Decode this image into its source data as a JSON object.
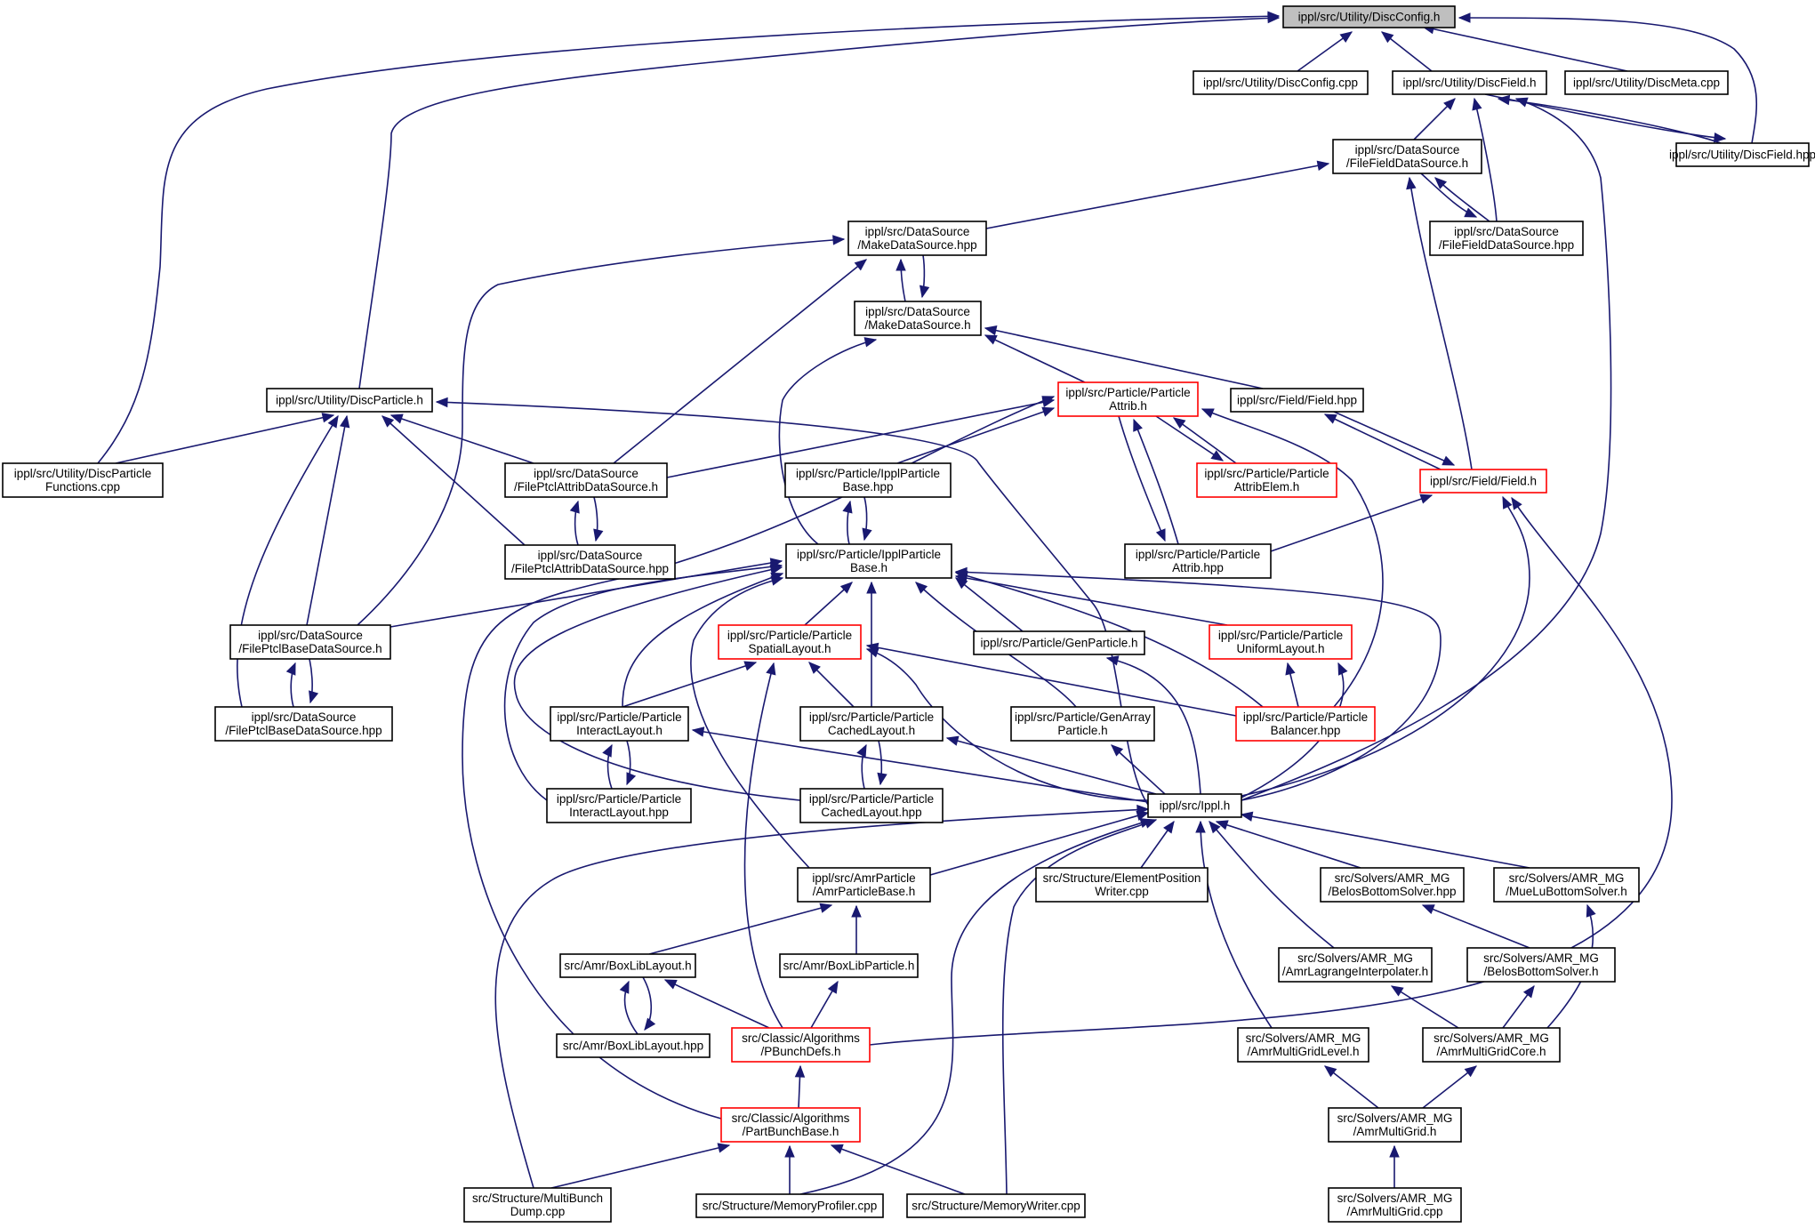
{
  "diagram": {
    "nodes": [
      {
        "id": "discconfig_h",
        "lines": [
          "ippl/src/Utility/DiscConfig.h"
        ],
        "style": "root"
      },
      {
        "id": "discconfig_cpp",
        "lines": [
          "ippl/src/Utility/DiscConfig.cpp"
        ],
        "style": "normal"
      },
      {
        "id": "discfield_h",
        "lines": [
          "ippl/src/Utility/DiscField.h"
        ],
        "style": "normal"
      },
      {
        "id": "discmeta_cpp",
        "lines": [
          "ippl/src/Utility/DiscMeta.cpp"
        ],
        "style": "normal"
      },
      {
        "id": "discfield_hpp",
        "lines": [
          "ippl/src/Utility/DiscField.hpp"
        ],
        "style": "normal"
      },
      {
        "id": "filefield_h",
        "lines": [
          "ippl/src/DataSource",
          "/FileFieldDataSource.h"
        ],
        "style": "normal"
      },
      {
        "id": "filefield_hpp",
        "lines": [
          "ippl/src/DataSource",
          "/FileFieldDataSource.hpp"
        ],
        "style": "normal"
      },
      {
        "id": "makeds_hpp",
        "lines": [
          "ippl/src/DataSource",
          "/MakeDataSource.hpp"
        ],
        "style": "normal"
      },
      {
        "id": "makeds_h",
        "lines": [
          "ippl/src/DataSource",
          "/MakeDataSource.h"
        ],
        "style": "normal"
      },
      {
        "id": "discparticle_h",
        "lines": [
          "ippl/src/Utility/DiscParticle.h"
        ],
        "style": "normal"
      },
      {
        "id": "particleattrib_h",
        "lines": [
          "ippl/src/Particle/Particle",
          "Attrib.h"
        ],
        "style": "red"
      },
      {
        "id": "field_hpp",
        "lines": [
          "ippl/src/Field/Field.hpp"
        ],
        "style": "normal"
      },
      {
        "id": "discparticlefunc_cpp",
        "lines": [
          "ippl/src/Utility/DiscParticle",
          "Functions.cpp"
        ],
        "style": "normal"
      },
      {
        "id": "fileptclattrib_h",
        "lines": [
          "ippl/src/DataSource",
          "/FilePtclAttribDataSource.h"
        ],
        "style": "normal"
      },
      {
        "id": "ipplparticlebase_hpp",
        "lines": [
          "ippl/src/Particle/IpplParticle",
          "Base.hpp"
        ],
        "style": "normal"
      },
      {
        "id": "particleattribelem_h",
        "lines": [
          "ippl/src/Particle/Particle",
          "AttribElem.h"
        ],
        "style": "red"
      },
      {
        "id": "field_h",
        "lines": [
          "ippl/src/Field/Field.h"
        ],
        "style": "red"
      },
      {
        "id": "fileptclattrib_hpp",
        "lines": [
          "ippl/src/DataSource",
          "/FilePtclAttribDataSource.hpp"
        ],
        "style": "normal"
      },
      {
        "id": "ipplparticlebase_h",
        "lines": [
          "ippl/src/Particle/IpplParticle",
          "Base.h"
        ],
        "style": "normal"
      },
      {
        "id": "particleattrib_hpp",
        "lines": [
          "ippl/src/Particle/Particle",
          "Attrib.hpp"
        ],
        "style": "normal"
      },
      {
        "id": "fileptclbase_h",
        "lines": [
          "ippl/src/DataSource",
          "/FilePtclBaseDataSource.h"
        ],
        "style": "normal"
      },
      {
        "id": "spatiallayout_h",
        "lines": [
          "ippl/src/Particle/Particle",
          "SpatialLayout.h"
        ],
        "style": "red"
      },
      {
        "id": "genparticle_h",
        "lines": [
          "ippl/src/Particle/GenParticle.h"
        ],
        "style": "normal"
      },
      {
        "id": "uniformlayout_h",
        "lines": [
          "ippl/src/Particle/Particle",
          "UniformLayout.h"
        ],
        "style": "red"
      },
      {
        "id": "fileptclbase_hpp",
        "lines": [
          "ippl/src/DataSource",
          "/FilePtclBaseDataSource.hpp"
        ],
        "style": "normal"
      },
      {
        "id": "interactlayout_h",
        "lines": [
          "ippl/src/Particle/Particle",
          "InteractLayout.h"
        ],
        "style": "normal"
      },
      {
        "id": "cachedlayout_h",
        "lines": [
          "ippl/src/Particle/Particle",
          "CachedLayout.h"
        ],
        "style": "normal"
      },
      {
        "id": "genarrayparticle_h",
        "lines": [
          "ippl/src/Particle/GenArray",
          "Particle.h"
        ],
        "style": "normal"
      },
      {
        "id": "balancer_hpp",
        "lines": [
          "ippl/src/Particle/Particle",
          "Balancer.hpp"
        ],
        "style": "red"
      },
      {
        "id": "interactlayout_hpp",
        "lines": [
          "ippl/src/Particle/Particle",
          "InteractLayout.hpp"
        ],
        "style": "normal"
      },
      {
        "id": "cachedlayout_hpp",
        "lines": [
          "ippl/src/Particle/Particle",
          "CachedLayout.hpp"
        ],
        "style": "normal"
      },
      {
        "id": "ippl_h",
        "lines": [
          "ippl/src/Ippl.h"
        ],
        "style": "normal"
      },
      {
        "id": "amrparticlebase_h",
        "lines": [
          "ippl/src/AmrParticle",
          "/AmrParticleBase.h"
        ],
        "style": "normal"
      },
      {
        "id": "elementposwriter_cpp",
        "lines": [
          "src/Structure/ElementPosition",
          "Writer.cpp"
        ],
        "style": "normal"
      },
      {
        "id": "belosbottom_hpp",
        "lines": [
          "src/Solvers/AMR_MG",
          "/BelosBottomSolver.hpp"
        ],
        "style": "normal"
      },
      {
        "id": "muelubottom_h",
        "lines": [
          "src/Solvers/AMR_MG",
          "/MueLuBottomSolver.h"
        ],
        "style": "normal"
      },
      {
        "id": "boxliblayout_h",
        "lines": [
          "src/Amr/BoxLibLayout.h"
        ],
        "style": "normal"
      },
      {
        "id": "boxlibparticle_h",
        "lines": [
          "src/Amr/BoxLibParticle.h"
        ],
        "style": "normal"
      },
      {
        "id": "amrlagrange_h",
        "lines": [
          "src/Solvers/AMR_MG",
          "/AmrLagrangeInterpolater.h"
        ],
        "style": "normal"
      },
      {
        "id": "belosbottom_h",
        "lines": [
          "src/Solvers/AMR_MG",
          "/BelosBottomSolver.h"
        ],
        "style": "normal"
      },
      {
        "id": "boxliblayout_hpp",
        "lines": [
          "src/Amr/BoxLibLayout.hpp"
        ],
        "style": "normal"
      },
      {
        "id": "pbunchdefs_h",
        "lines": [
          "src/Classic/Algorithms",
          "/PBunchDefs.h"
        ],
        "style": "red"
      },
      {
        "id": "amrmultigridlevel_h",
        "lines": [
          "src/Solvers/AMR_MG",
          "/AmrMultiGridLevel.h"
        ],
        "style": "normal"
      },
      {
        "id": "amrmultigridcore_h",
        "lines": [
          "src/Solvers/AMR_MG",
          "/AmrMultiGridCore.h"
        ],
        "style": "normal"
      },
      {
        "id": "partbunchbase_h",
        "lines": [
          "src/Classic/Algorithms",
          "/PartBunchBase.h"
        ],
        "style": "red"
      },
      {
        "id": "amrmultigrid_h",
        "lines": [
          "src/Solvers/AMR_MG",
          "/AmrMultiGrid.h"
        ],
        "style": "normal"
      },
      {
        "id": "multibunchdump_cpp",
        "lines": [
          "src/Structure/MultiBunch",
          "Dump.cpp"
        ],
        "style": "normal"
      },
      {
        "id": "memoryprofiler_cpp",
        "lines": [
          "src/Structure/MemoryProfiler.cpp"
        ],
        "style": "normal"
      },
      {
        "id": "memorywriter_cpp",
        "lines": [
          "src/Structure/MemoryWriter.cpp"
        ],
        "style": "normal"
      },
      {
        "id": "amrmultigrid_cpp",
        "lines": [
          "src/Solvers/AMR_MG",
          "/AmrMultiGrid.cpp"
        ],
        "style": "normal"
      }
    ],
    "edges": [
      [
        "discconfig_cpp",
        "discconfig_h"
      ],
      [
        "discfield_h",
        "discconfig_h"
      ],
      [
        "discmeta_cpp",
        "discconfig_h"
      ],
      [
        "discfield_hpp",
        "discconfig_h"
      ],
      [
        "discparticle_h",
        "discconfig_h"
      ],
      [
        "discparticlefunc_cpp",
        "discconfig_h"
      ],
      [
        "filefield_h",
        "discfield_h"
      ],
      [
        "filefield_hpp",
        "discfield_h"
      ],
      [
        "discfield_hpp",
        "discfield_h"
      ],
      [
        "discfield_h",
        "discfield_hpp"
      ],
      [
        "ippl_h",
        "discfield_h"
      ],
      [
        "filefield_hpp",
        "filefield_h"
      ],
      [
        "filefield_h",
        "filefield_hpp"
      ],
      [
        "makeds_hpp",
        "filefield_h"
      ],
      [
        "field_h",
        "filefield_h"
      ],
      [
        "makeds_h",
        "makeds_hpp"
      ],
      [
        "makeds_hpp",
        "makeds_h"
      ],
      [
        "fileptclattrib_h",
        "makeds_hpp"
      ],
      [
        "fileptclbase_h",
        "makeds_hpp"
      ],
      [
        "particleattrib_h",
        "makeds_h"
      ],
      [
        "field_hpp",
        "makeds_h"
      ],
      [
        "ipplparticlebase_h",
        "makeds_h"
      ],
      [
        "discparticlefunc_cpp",
        "discparticle_h"
      ],
      [
        "fileptclattrib_h",
        "discparticle_h"
      ],
      [
        "fileptclattrib_hpp",
        "discparticle_h"
      ],
      [
        "fileptclbase_h",
        "discparticle_h"
      ],
      [
        "fileptclbase_hpp",
        "discparticle_h"
      ],
      [
        "ippl_h",
        "discparticle_h"
      ],
      [
        "fileptclattrib_h",
        "particleattrib_h"
      ],
      [
        "ipplparticlebase_hpp",
        "particleattrib_h"
      ],
      [
        "particleattribelem_h",
        "particleattrib_h"
      ],
      [
        "particleattrib_h",
        "particleattribelem_h"
      ],
      [
        "particleattrib_hpp",
        "particleattrib_h"
      ],
      [
        "particleattrib_h",
        "particleattrib_hpp"
      ],
      [
        "balancer_hpp",
        "particleattrib_h"
      ],
      [
        "partbunchbase_h",
        "particleattrib_h"
      ],
      [
        "field_h",
        "field_hpp"
      ],
      [
        "field_hpp",
        "field_h"
      ],
      [
        "particleattrib_hpp",
        "field_h"
      ],
      [
        "ippl_h",
        "field_h"
      ],
      [
        "pbunchdefs_h",
        "field_h"
      ],
      [
        "fileptclattrib_hpp",
        "fileptclattrib_h"
      ],
      [
        "fileptclattrib_h",
        "fileptclattrib_hpp"
      ],
      [
        "ipplparticlebase_h",
        "ipplparticlebase_hpp"
      ],
      [
        "ipplparticlebase_hpp",
        "ipplparticlebase_h"
      ],
      [
        "fileptclbase_h",
        "ipplparticlebase_h"
      ],
      [
        "spatiallayout_h",
        "ipplparticlebase_h"
      ],
      [
        "genparticle_h",
        "ipplparticlebase_h"
      ],
      [
        "uniformlayout_h",
        "ipplparticlebase_h"
      ],
      [
        "interactlayout_h",
        "ipplparticlebase_h"
      ],
      [
        "cachedlayout_h",
        "ipplparticlebase_h"
      ],
      [
        "genarrayparticle_h",
        "ipplparticlebase_h"
      ],
      [
        "balancer_hpp",
        "ipplparticlebase_h"
      ],
      [
        "interactlayout_hpp",
        "ipplparticlebase_h"
      ],
      [
        "cachedlayout_hpp",
        "ipplparticlebase_h"
      ],
      [
        "ippl_h",
        "ipplparticlebase_h"
      ],
      [
        "amrparticlebase_h",
        "ipplparticlebase_h"
      ],
      [
        "fileptclbase_hpp",
        "fileptclbase_h"
      ],
      [
        "fileptclbase_h",
        "fileptclbase_hpp"
      ],
      [
        "interactlayout_h",
        "spatiallayout_h"
      ],
      [
        "cachedlayout_h",
        "spatiallayout_h"
      ],
      [
        "balancer_hpp",
        "spatiallayout_h"
      ],
      [
        "ippl_h",
        "spatiallayout_h"
      ],
      [
        "pbunchdefs_h",
        "spatiallayout_h"
      ],
      [
        "ippl_h",
        "genparticle_h"
      ],
      [
        "balancer_hpp",
        "uniformlayout_h"
      ],
      [
        "ippl_h",
        "uniformlayout_h"
      ],
      [
        "interactlayout_hpp",
        "interactlayout_h"
      ],
      [
        "interactlayout_h",
        "interactlayout_hpp"
      ],
      [
        "ippl_h",
        "interactlayout_h"
      ],
      [
        "cachedlayout_hpp",
        "cachedlayout_h"
      ],
      [
        "cachedlayout_h",
        "cachedlayout_hpp"
      ],
      [
        "ippl_h",
        "cachedlayout_h"
      ],
      [
        "ippl_h",
        "genarrayparticle_h"
      ],
      [
        "amrparticlebase_h",
        "ippl_h"
      ],
      [
        "elementposwriter_cpp",
        "ippl_h"
      ],
      [
        "belosbottom_hpp",
        "ippl_h"
      ],
      [
        "muelubottom_h",
        "ippl_h"
      ],
      [
        "amrlagrange_h",
        "ippl_h"
      ],
      [
        "amrmultigridlevel_h",
        "ippl_h"
      ],
      [
        "multibunchdump_cpp",
        "ippl_h"
      ],
      [
        "memoryprofiler_cpp",
        "ippl_h"
      ],
      [
        "memorywriter_cpp",
        "ippl_h"
      ],
      [
        "boxliblayout_h",
        "amrparticlebase_h"
      ],
      [
        "boxlibparticle_h",
        "amrparticlebase_h"
      ],
      [
        "boxliblayout_hpp",
        "boxliblayout_h"
      ],
      [
        "boxliblayout_h",
        "boxliblayout_hpp"
      ],
      [
        "pbunchdefs_h",
        "boxliblayout_h"
      ],
      [
        "pbunchdefs_h",
        "boxlibparticle_h"
      ],
      [
        "partbunchbase_h",
        "pbunchdefs_h"
      ],
      [
        "belosbottom_h",
        "belosbottom_hpp"
      ],
      [
        "amrmultigridcore_h",
        "belosbottom_h"
      ],
      [
        "amrmultigridcore_h",
        "muelubottom_h"
      ],
      [
        "amrmultigridcore_h",
        "amrlagrange_h"
      ],
      [
        "amrmultigrid_h",
        "amrmultigridlevel_h"
      ],
      [
        "amrmultigrid_h",
        "amrmultigridcore_h"
      ],
      [
        "amrmultigrid_cpp",
        "amrmultigrid_h"
      ],
      [
        "multibunchdump_cpp",
        "partbunchbase_h"
      ],
      [
        "memoryprofiler_cpp",
        "partbunchbase_h"
      ],
      [
        "memorywriter_cpp",
        "partbunchbase_h"
      ]
    ]
  }
}
